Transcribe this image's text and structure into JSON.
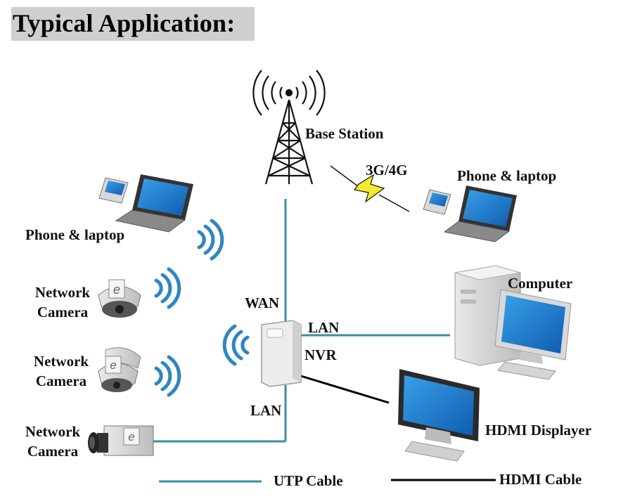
{
  "header": {
    "title": "Typical Application:"
  },
  "labels": {
    "base_station": "Base Station",
    "g34": "3G/4G",
    "phone_laptop_left": "Phone & laptop",
    "phone_laptop_right": "Phone & laptop",
    "network_camera_1": "Network\nCamera",
    "network_camera_2": "Network\nCamera",
    "network_camera_3": "Network\nCamera",
    "wan": "WAN",
    "lan_top": "LAN",
    "nvr": "NVR",
    "lan_bottom": "LAN",
    "computer": "Computer",
    "hdmi_displayer": "HDMI Displayer"
  },
  "legend": {
    "utp": "UTP Cable",
    "hdmi": "HDMI Cable"
  },
  "colors": {
    "utp_line": "#3a8ea5",
    "hdmi_line": "#000000",
    "wifi": "#2f86c0",
    "screen": "#1a6fc0",
    "bolt": "#f2ea2c"
  }
}
